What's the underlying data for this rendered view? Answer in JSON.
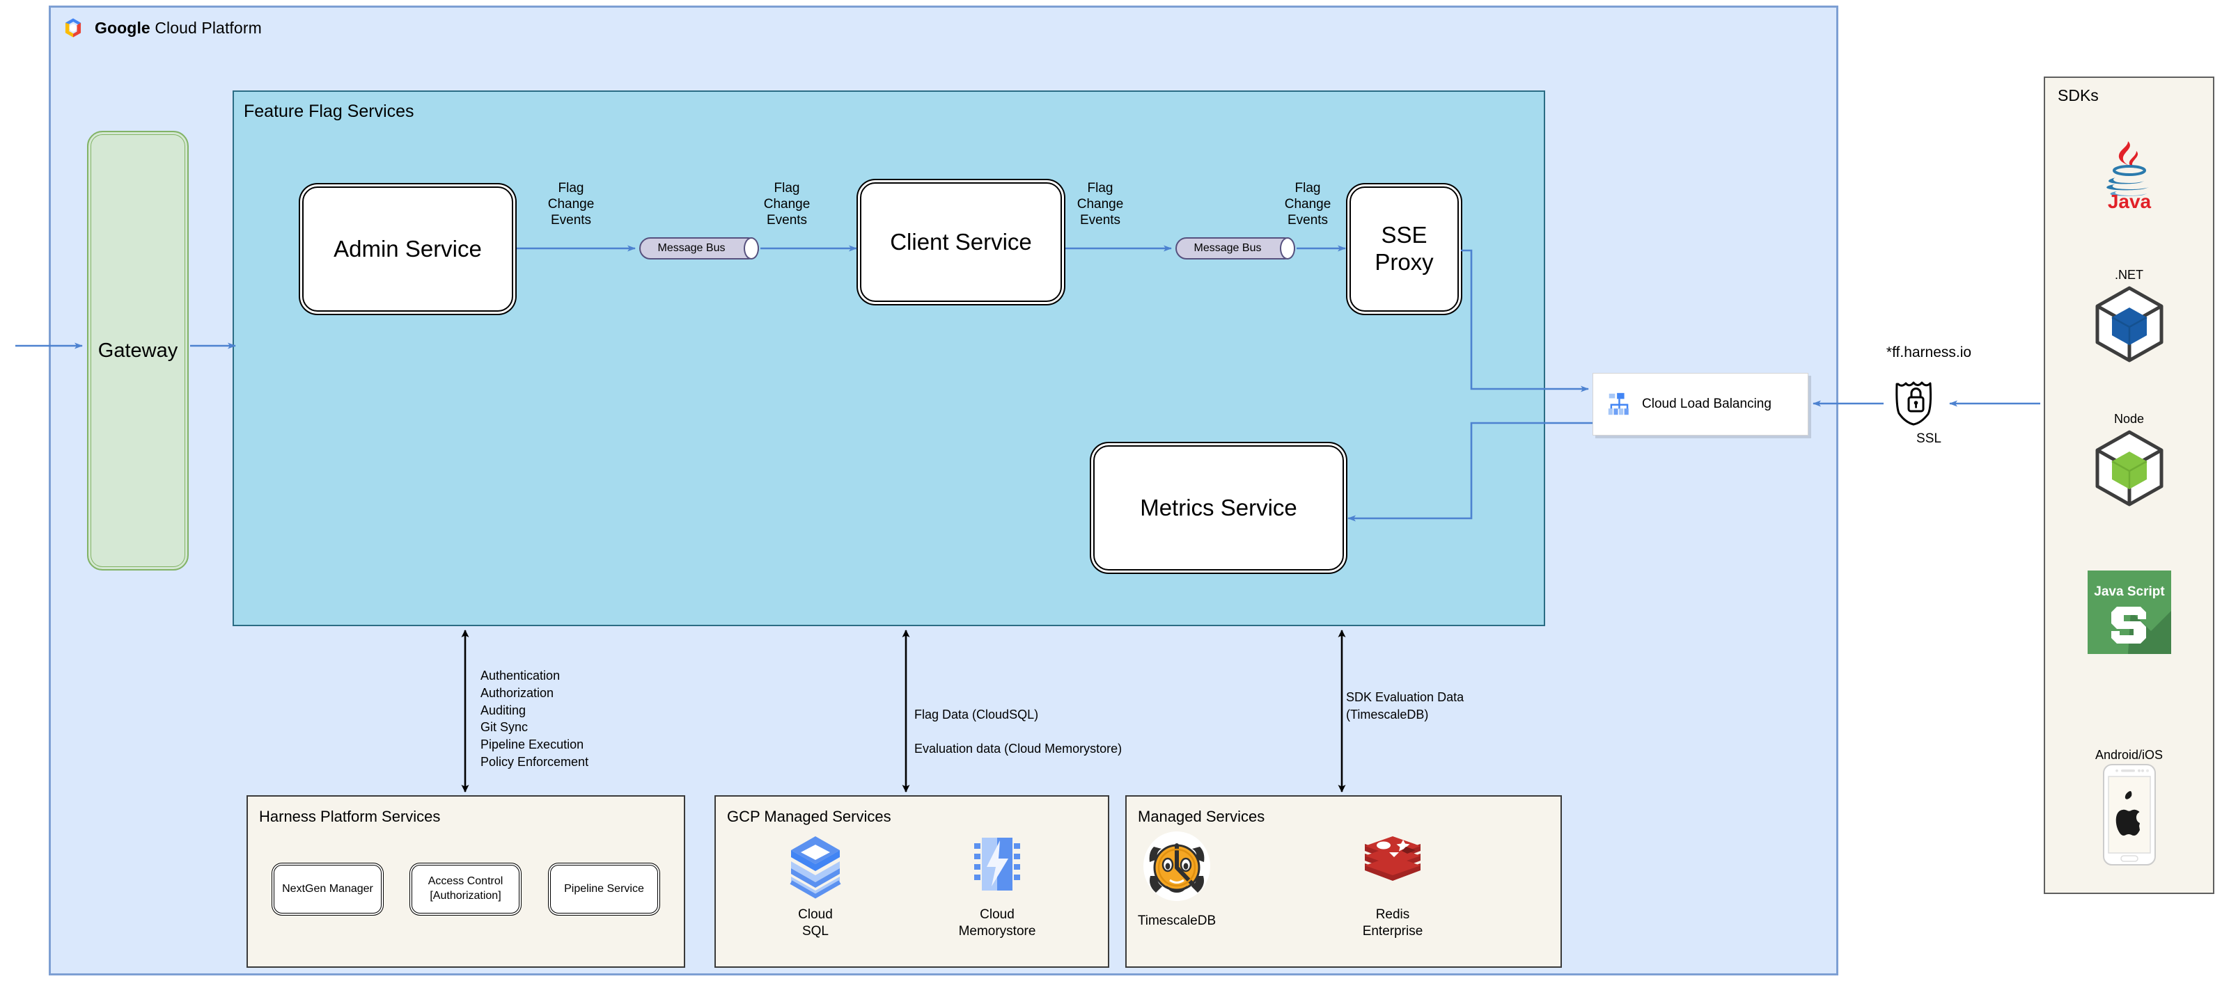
{
  "gcp": {
    "logo_icon": "gcp-hexagon-logo",
    "title_bold": "Google",
    "title_rest": " Cloud Platform"
  },
  "gateway": {
    "label": "Gateway"
  },
  "feature_flag_services": {
    "title": "Feature Flag Services",
    "services": {
      "admin": "Admin Service",
      "client": "Client Service",
      "sse_proxy": "SSE\nProxy",
      "metrics": "Metrics Service"
    },
    "message_bus": {
      "label_1": "Message Bus",
      "label_2": "Message Bus"
    },
    "edge_labels": {
      "admin_to_bus1": "Flag\nChange\nEvents",
      "bus1_to_client": "Flag\nChange\nEvents",
      "client_to_bus2": "Flag\nChange\nEvents",
      "bus2_to_sse": "Flag\nChange\nEvents"
    }
  },
  "load_balancer": {
    "label": "Cloud Load Balancing",
    "icon": "cloud-load-balancing-icon"
  },
  "ingress": {
    "domain": "*ff.harness.io",
    "ssl_label": "SSL",
    "ssl_icon": "ssl-shield-lock-icon"
  },
  "sdks": {
    "title": "SDKs",
    "items": [
      {
        "label": "",
        "name": "java",
        "icon": "java-logo-icon",
        "caption": "Java"
      },
      {
        "label": ".NET",
        "name": "dotnet",
        "icon": "dotnet-cube-icon"
      },
      {
        "label": "Node",
        "name": "node",
        "icon": "node-cube-icon"
      },
      {
        "label": "",
        "name": "javascript",
        "icon": "javascript-tile-icon",
        "caption": "Java Script"
      },
      {
        "label": "Android/iOS",
        "name": "mobile",
        "icon": "mobile-phone-apple-icon"
      }
    ]
  },
  "notes": {
    "platform": "Authentication\nAuthorization\nAuditing\nGit Sync\nPipeline Execution\nPolicy Enforcement",
    "gcp_line1": "Flag Data (CloudSQL)",
    "gcp_line2": "Evaluation data (Cloud Memorystore)",
    "managed": "SDK Evaluation Data\n(TimescaleDB)"
  },
  "bottom_panels": {
    "harness": {
      "title": "Harness Platform Services",
      "services": [
        "NextGen Manager",
        "Access Control\n[Authorization]",
        "Pipeline Service"
      ]
    },
    "gcp_managed": {
      "title": "GCP Managed Services",
      "items": [
        {
          "label": "Cloud\nSQL",
          "icon": "cloud-sql-icon"
        },
        {
          "label": "Cloud\nMemorystore",
          "icon": "cloud-memorystore-icon"
        }
      ]
    },
    "managed": {
      "title": "Managed Services",
      "items": [
        {
          "label": "TimescaleDB",
          "icon": "timescaledb-tiger-icon"
        },
        {
          "label": "Redis\nEnterprise",
          "icon": "redis-logo-icon"
        }
      ]
    }
  },
  "colors": {
    "gcp_panel_bg": "#dae8fc",
    "gcp_panel_border": "#7d9fd3",
    "ffs_bg": "#a6dbee",
    "ffs_border": "#2b6c84",
    "gateway_bg": "#d5e8d4",
    "gateway_border": "#82b366",
    "panel_bg": "#f7f4ec",
    "arrow_blue": "#4d82d0",
    "arrow_black": "#000000"
  }
}
